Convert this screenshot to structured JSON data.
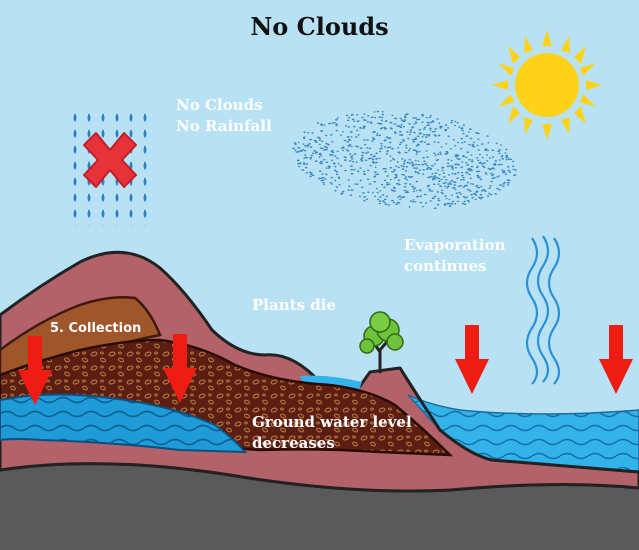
{
  "title": "No Clouds",
  "labels": {
    "no_clouds_line1": "No Clouds",
    "no_clouds_line2": "No Rainfall",
    "evaporation_line1": "Evaporation",
    "evaporation_line2": "continues",
    "plants_die": "Plants die",
    "collection": "5. Collection",
    "groundwater_line1": "Ground water level",
    "groundwater_line2": "decreases"
  },
  "icons": [
    "rain-icon",
    "cross-icon",
    "sun-icon",
    "cloud-vapor-icon",
    "evaporation-waves-icon",
    "tree-icon",
    "down-arrow-icon"
  ],
  "colors": {
    "sky": "#b8e2f4",
    "sun": "#ffd21a",
    "arrow": "#ee1c12",
    "cross": "#e8323a",
    "water": "#2aa7df",
    "hill": "#b4626a",
    "soil": "#5c1d12",
    "bedrock": "#5a5a5a"
  }
}
